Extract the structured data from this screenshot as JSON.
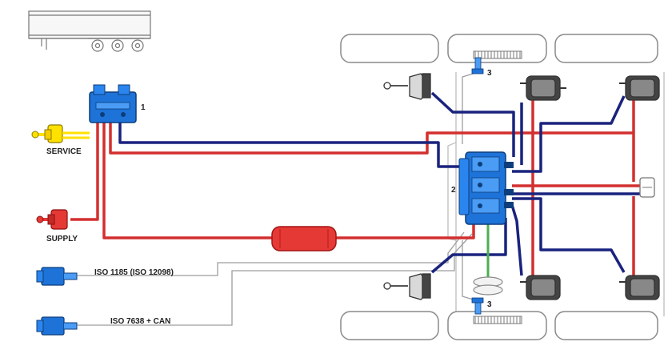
{
  "labels": {
    "service": "SERVICE",
    "supply": "SUPPLY",
    "iso_1185": "ISO 1185 (ISO 12098)",
    "iso_7638": "ISO 7638 + CAN",
    "num_1": "1",
    "num_2": "2",
    "num_3_top": "3",
    "num_3_bottom": "3"
  },
  "colors": {
    "service_line": "#1a237e",
    "supply_line": "#d32f2f",
    "sensor_line": "#4caf50",
    "valve_blue": "#1e73d8",
    "coupling_yellow": "#ffe100",
    "coupling_red": "#e53935",
    "tank_red": "#e53935"
  },
  "icons": {
    "trailer": "trailer-icon",
    "relay_valve": "trailer-control-valve-icon",
    "ebs_modulator": "ebs-modulator-icon",
    "service_coupling": "yellow-coupling-head-icon",
    "supply_coupling": "red-coupling-head-icon",
    "air_tank": "air-reservoir-icon",
    "brake_chamber": "brake-chamber-icon",
    "wheel_sensor": "wheel-speed-sensor-icon",
    "connector": "electrical-connector-icon"
  }
}
